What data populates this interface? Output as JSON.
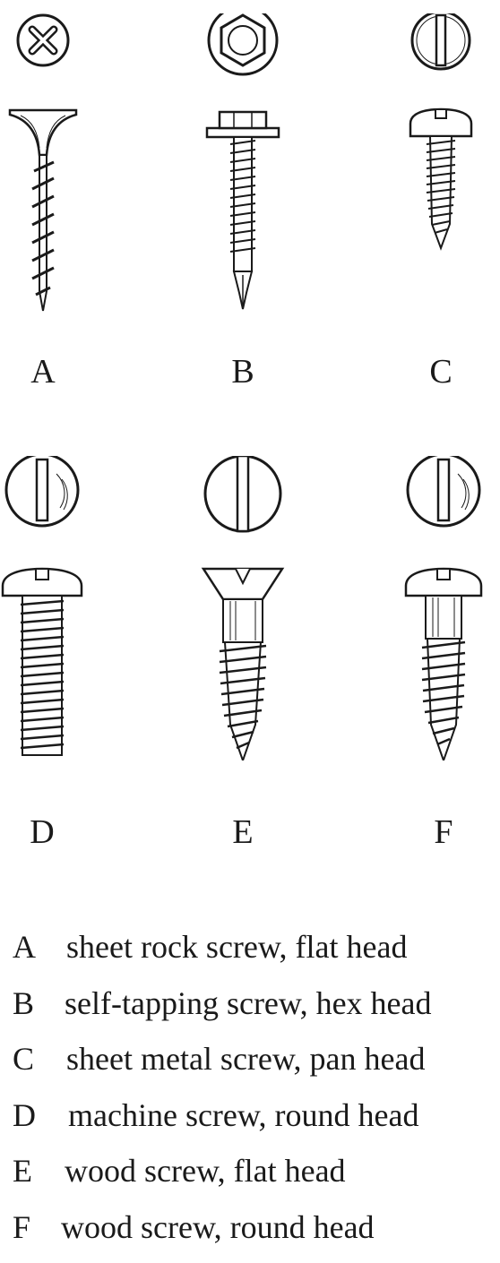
{
  "screws": [
    {
      "letter": "A",
      "head_icon": "phillips-cross-icon",
      "description": "sheet rock screw, flat head"
    },
    {
      "letter": "B",
      "head_icon": "hex-head-icon",
      "description": "self-tapping screw, hex head"
    },
    {
      "letter": "C",
      "head_icon": "slotted-head-icon",
      "description": "sheet metal screw, pan head"
    },
    {
      "letter": "D",
      "head_icon": "slotted-head-icon",
      "description": "machine screw, round head"
    },
    {
      "letter": "E",
      "head_icon": "slotted-head-icon",
      "description": "wood screw, flat head"
    },
    {
      "letter": "F",
      "head_icon": "slotted-head-icon",
      "description": "wood screw, round head"
    }
  ],
  "colors": {
    "ink": "#1a1a1a",
    "background": "#ffffff"
  }
}
